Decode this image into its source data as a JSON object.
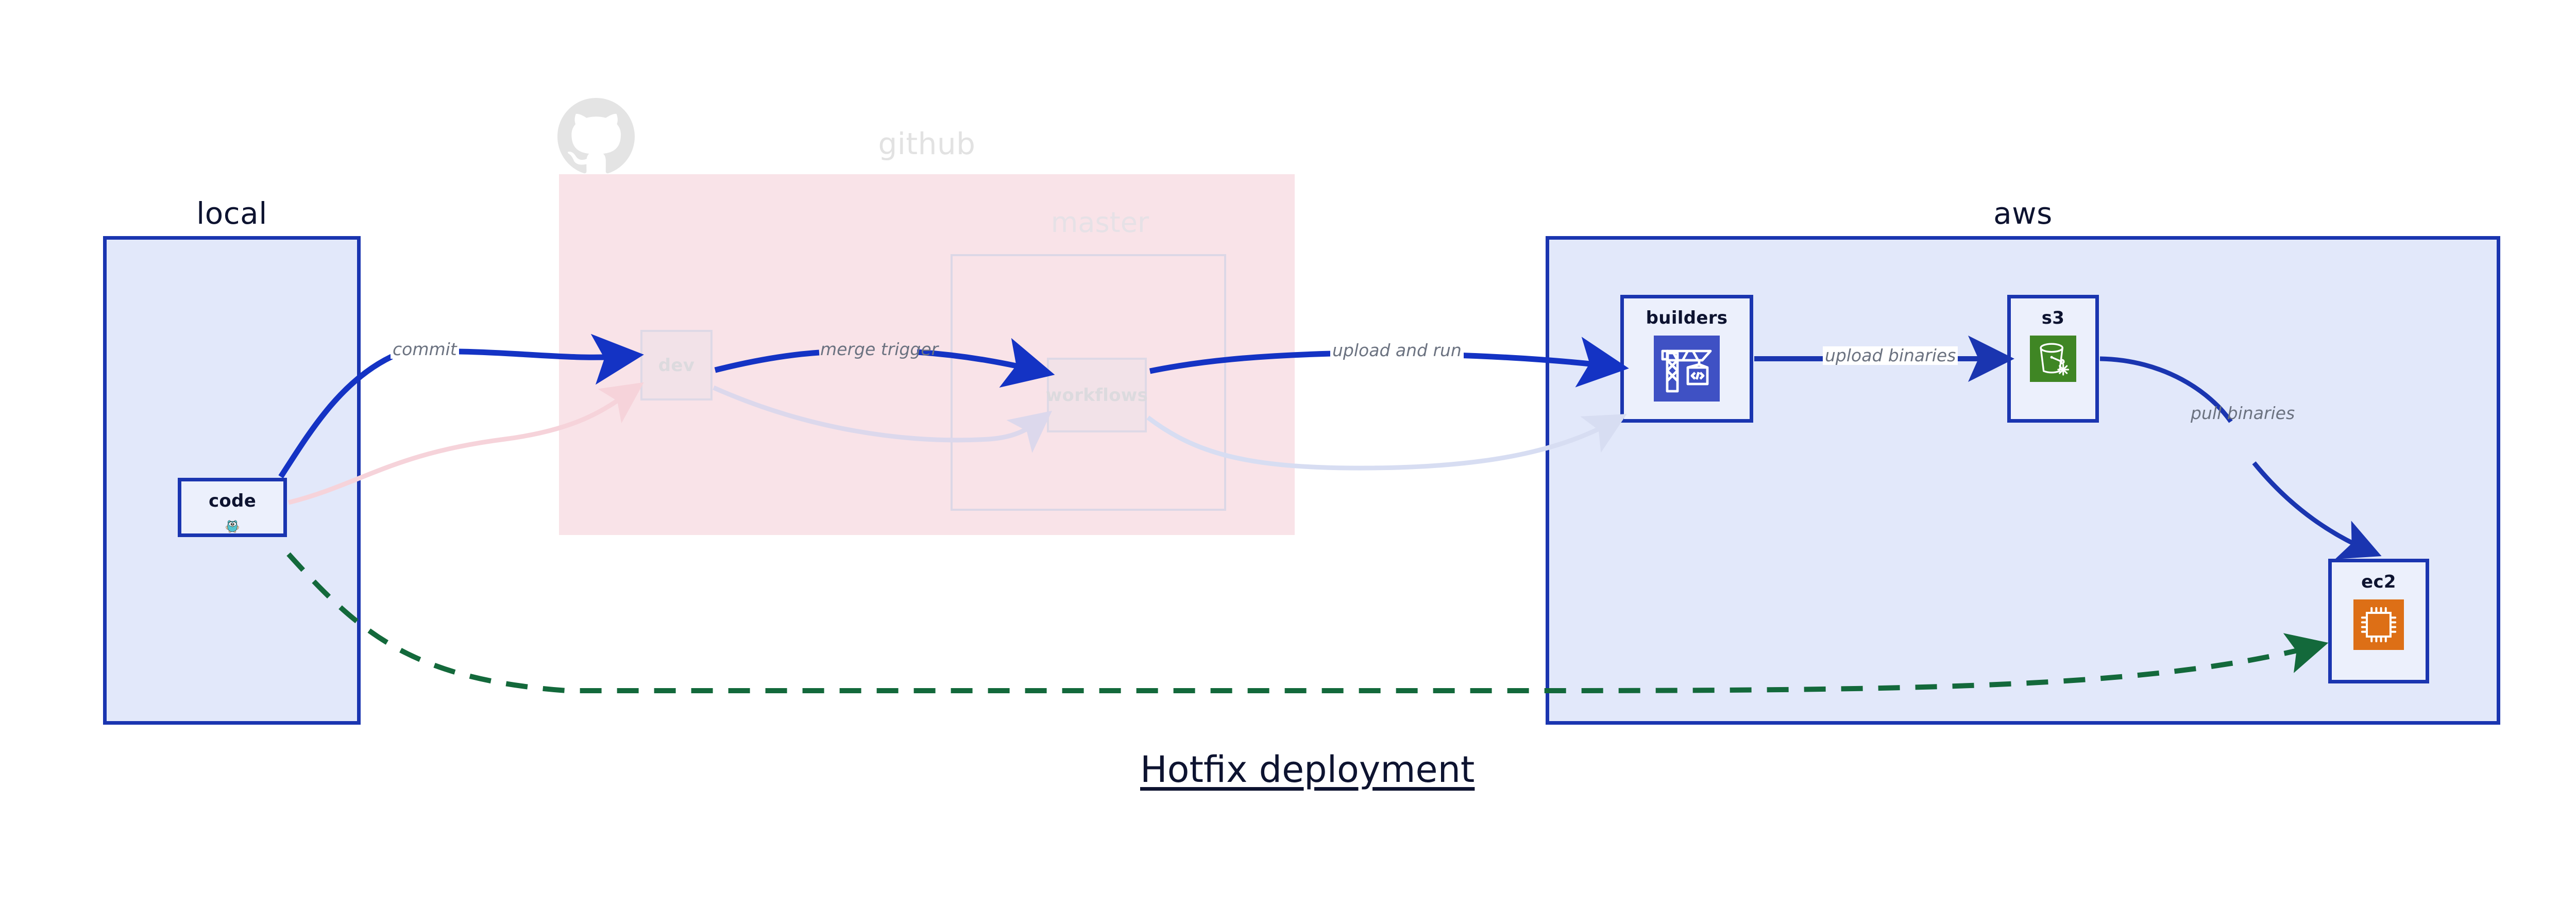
{
  "diagram": {
    "title": "Hotfix deployment",
    "background": "#ffffff",
    "accent_blue": "#1a35b0",
    "edge_blue": "#1433c4",
    "dashed_green": "#13693b",
    "ghost_pink_bg": "#f9e3e8",
    "group_blue_bg": "#e2e8fa",
    "node_bg": "#ecf0fc",
    "label_gray": "#6b7280"
  },
  "groups": [
    {
      "id": "local",
      "label": "local",
      "faded": false
    },
    {
      "id": "github",
      "label": "github",
      "faded": true
    },
    {
      "id": "aws",
      "label": "aws",
      "faded": false
    }
  ],
  "github": {
    "logo_icon": "github-octocat-icon",
    "subgroup": {
      "label": "master",
      "faded": true
    },
    "nodes": [
      {
        "id": "dev",
        "label": "dev",
        "faded": true
      },
      {
        "id": "workflows",
        "label": "workflows",
        "faded": true
      }
    ]
  },
  "local": {
    "nodes": [
      {
        "id": "code",
        "label": "code",
        "icon": "go-gopher-icon"
      }
    ]
  },
  "aws": {
    "nodes": [
      {
        "id": "builders",
        "label": "builders",
        "icon": "crane-code-icon",
        "icon_color": "#3f51c4"
      },
      {
        "id": "s3",
        "label": "s3",
        "icon": "s3-bucket-icon",
        "icon_color": "#3f8624"
      },
      {
        "id": "ec2",
        "label": "ec2",
        "icon": "cpu-chip-icon",
        "icon_color": "#dd6f16"
      }
    ]
  },
  "edges": [
    {
      "id": "commit",
      "from": "code",
      "to": "dev",
      "label": "commit",
      "style": "solid",
      "color": "#1433c4",
      "faded": false
    },
    {
      "id": "merge-trigger",
      "from": "dev",
      "to": "workflows",
      "label": "merge trigger",
      "style": "solid",
      "color": "#1433c4",
      "faded": false
    },
    {
      "id": "upload-and-run",
      "from": "workflows",
      "to": "builders",
      "label": "upload and run",
      "style": "solid",
      "color": "#1433c4",
      "faded": false
    },
    {
      "id": "upload-binaries",
      "from": "builders",
      "to": "s3",
      "label": "upload binaries",
      "style": "solid",
      "color": "#1a35b0",
      "faded": false
    },
    {
      "id": "pull-binaries",
      "from": "s3",
      "to": "ec2",
      "label": "pull binaries",
      "style": "solid",
      "color": "#1a35b0",
      "faded": false
    },
    {
      "id": "hotfix-direct",
      "from": "code",
      "to": "ec2",
      "label": "",
      "style": "dashed",
      "color": "#13693b",
      "faded": false
    },
    {
      "id": "ghost-code-dev",
      "from": "code",
      "to": "dev",
      "label": "",
      "style": "solid",
      "color": "#f6d9de",
      "faded": true
    },
    {
      "id": "ghost-dev-workflows",
      "from": "dev",
      "to": "workflows",
      "label": "",
      "style": "solid",
      "color": "#ddd9ec",
      "faded": true
    },
    {
      "id": "ghost-workflows-build",
      "from": "workflows",
      "to": "builders",
      "label": "",
      "style": "solid",
      "color": "#dde2f4",
      "faded": true
    }
  ]
}
